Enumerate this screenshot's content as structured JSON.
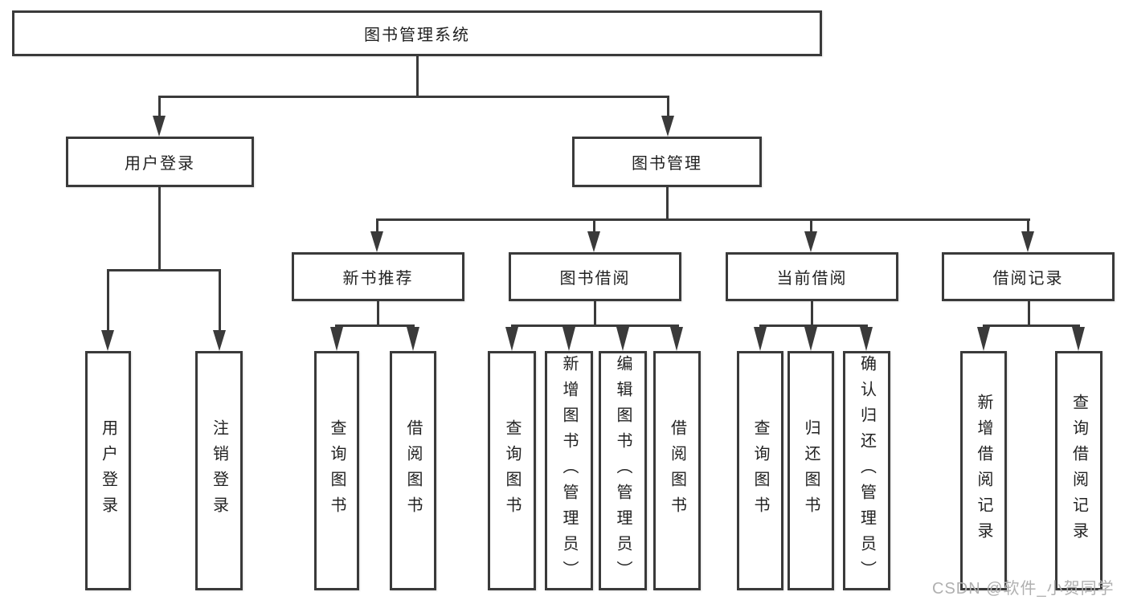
{
  "diagram": {
    "type": "hierarchy-tree",
    "tree": {
      "root": {
        "label": "图书管理系统",
        "children": [
          {
            "label": "用户登录",
            "children": [
              {
                "label": "用户登录"
              },
              {
                "label": "注销登录"
              }
            ]
          },
          {
            "label": "图书管理",
            "children": [
              {
                "label": "新书推荐",
                "children": [
                  {
                    "label": "查询图书"
                  },
                  {
                    "label": "借阅图书"
                  }
                ]
              },
              {
                "label": "图书借阅",
                "children": [
                  {
                    "label": "查询图书"
                  },
                  {
                    "label": "新增图书（管理员）"
                  },
                  {
                    "label": "编辑图书（管理员）"
                  },
                  {
                    "label": "借阅图书"
                  }
                ]
              },
              {
                "label": "当前借阅",
                "children": [
                  {
                    "label": "查询图书"
                  },
                  {
                    "label": "归还图书"
                  },
                  {
                    "label": "确认归还（管理员）"
                  }
                ]
              },
              {
                "label": "借阅记录",
                "children": [
                  {
                    "label": "新增借阅记录"
                  },
                  {
                    "label": "查询借阅记录"
                  }
                ]
              }
            ]
          }
        ]
      }
    },
    "colors": {
      "line": "#3a3a3a",
      "text": "#222222",
      "watermark": "#b0b0b0",
      "background": "#ffffff"
    },
    "watermark": "CSDN @软件_小贺同学"
  }
}
